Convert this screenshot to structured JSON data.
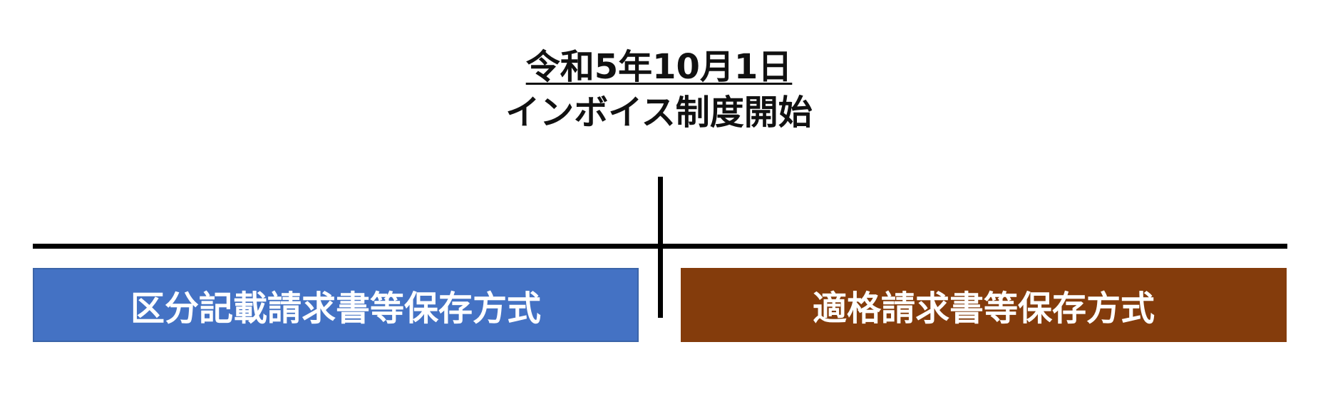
{
  "heading": {
    "date": "令和5年10月1日",
    "title": "インボイス制度開始"
  },
  "periods": {
    "before": {
      "label": "区分記載請求書等保存方式",
      "color": "#4472c4"
    },
    "after": {
      "label": "適格請求書等保存方式",
      "color": "#843c0c"
    }
  }
}
